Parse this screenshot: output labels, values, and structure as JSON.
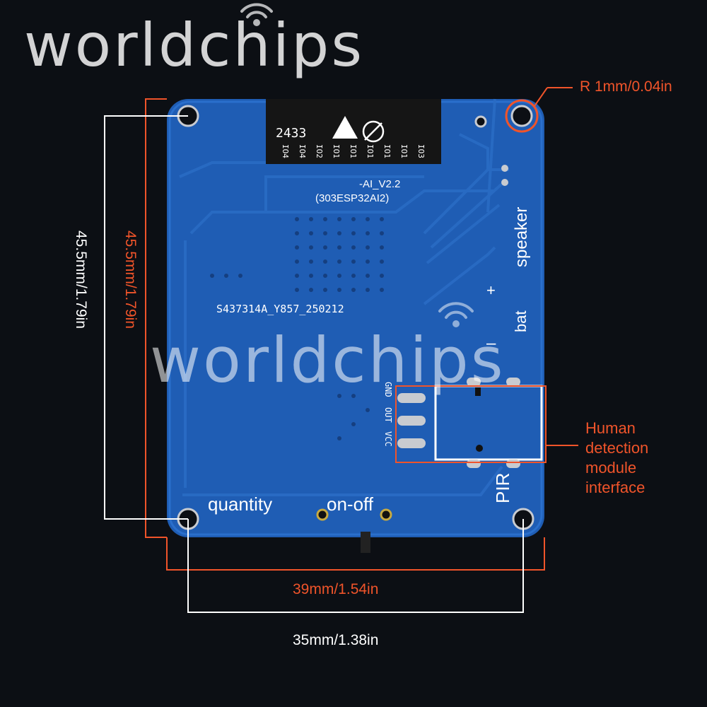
{
  "watermark": {
    "brand": "worldchips",
    "icon": "wifi-signal-icon"
  },
  "dimensions": {
    "radius": "R  1mm/0.04in",
    "height_inner": "45.5mm/1.79in",
    "height_outer": "45.5mm/1.79in",
    "width_outer": "39mm/1.54in",
    "width_inner": "35mm/1.38in"
  },
  "callout": {
    "lines": [
      "Human",
      "detection",
      "module",
      "interface"
    ]
  },
  "board": {
    "chip_code": "2433",
    "version": "-AI_V2.2",
    "model": "(303ESP32AI2)",
    "serial": "S437314A_Y857_250212",
    "pin_labels": [
      "GND",
      "OUT",
      "VCC"
    ],
    "label_speaker": "speaker",
    "label_plus": "+",
    "label_bat": "bat",
    "label_minus": "–",
    "label_pir": "PIR",
    "label_quantity": "quantity",
    "label_onoff": "on-off",
    "io_labels": [
      "IO4",
      "IO4",
      "IO2",
      "IO1",
      "IO1",
      "IO1",
      "IO1",
      "IO1",
      "IO3"
    ]
  },
  "colors": {
    "board": "#1f5db4",
    "accent": "#f0542a",
    "background": "#0c0f14"
  }
}
